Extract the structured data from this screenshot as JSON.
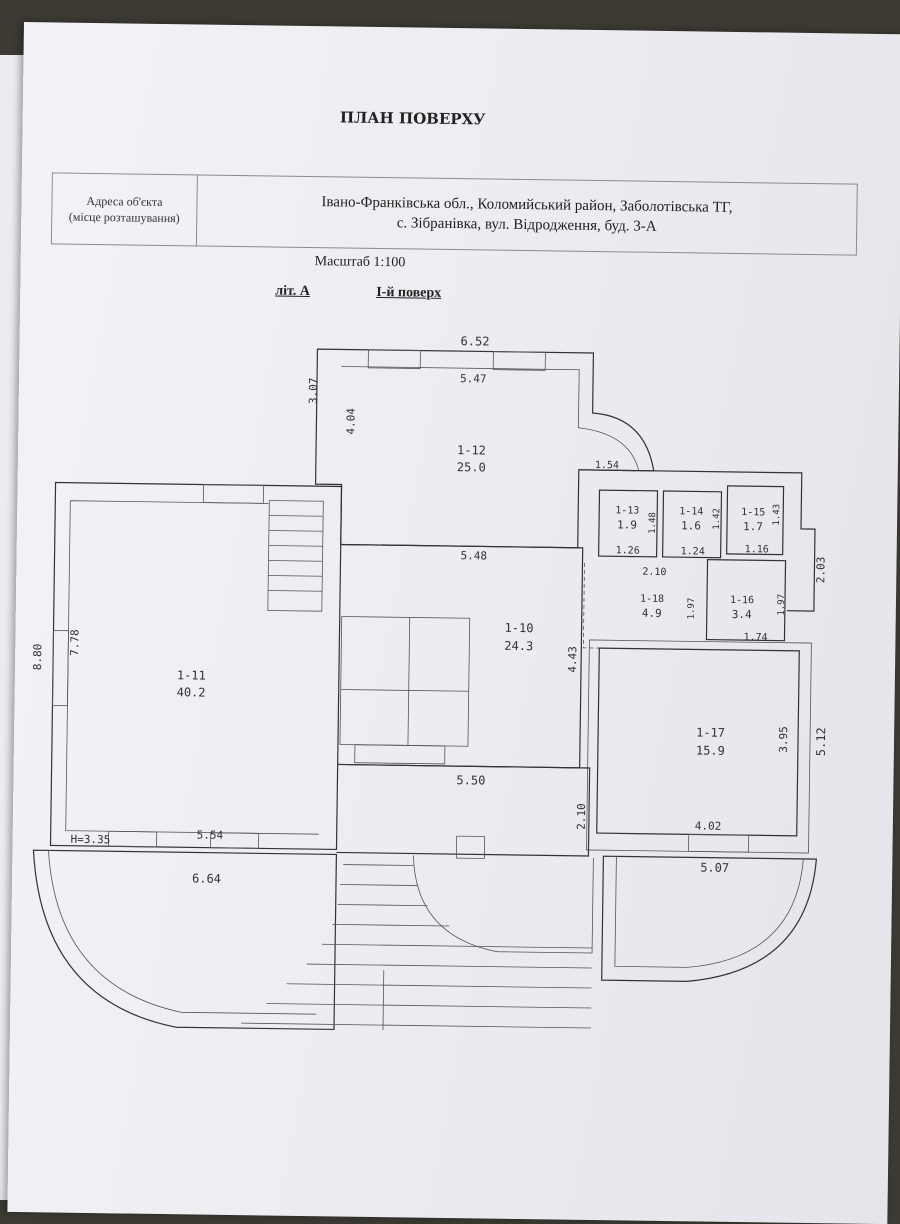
{
  "document": {
    "title": "ПЛАН ПОВЕРХУ",
    "address_label_line1": "Адреса об'єкта",
    "address_label_line2": "(місце розташування)",
    "address_line1": "Івано-Франківська обл., Коломийський район, Заболотівська ТГ,",
    "address_line2": "с. Зібранівка, вул. Відродження, буд. 3-А",
    "scale": "Масштаб 1:100",
    "lit": "літ. А",
    "floor": "І-й поверх"
  },
  "plan": {
    "rooms": [
      {
        "id": "1-12",
        "area": "25.0"
      },
      {
        "id": "1-11",
        "area": "40.2"
      },
      {
        "id": "1-10",
        "area": "24.3"
      },
      {
        "id": "1-13",
        "area": "1.9"
      },
      {
        "id": "1-14",
        "area": "1.6"
      },
      {
        "id": "1-15",
        "area": "1.7"
      },
      {
        "id": "1-18",
        "area": "4.9"
      },
      {
        "id": "1-16",
        "area": "3.4"
      },
      {
        "id": "1-17",
        "area": "15.9"
      }
    ],
    "dimensions": {
      "top_outer": "6.52",
      "top_inner": "5.47",
      "left_3_07": "3.07",
      "left_4_04": "4.04",
      "d_1_54": "1.54",
      "d_5_48": "5.48",
      "left_8_80": "8.80",
      "left_7_78": "7.78",
      "d_4_43": "4.43",
      "d_5_50": "5.50",
      "d_2_10a": "2.10",
      "d_2_10b": "2.10",
      "d_1_26": "1.26",
      "d_1_24": "1.24",
      "d_1_16": "1.16",
      "d_1_48": "1.48",
      "d_1_42": "1.42",
      "d_1_43": "1.43",
      "d_1_97a": "1.97",
      "d_1_97b": "1.97",
      "d_1_74": "1.74",
      "d_2_03": "2.03",
      "d_3_95": "3.95",
      "d_5_12": "5.12",
      "d_4_02": "4.02",
      "d_5_07": "5.07",
      "d_5_54": "5.54",
      "d_6_64": "6.64",
      "height": "H=3.35"
    }
  }
}
